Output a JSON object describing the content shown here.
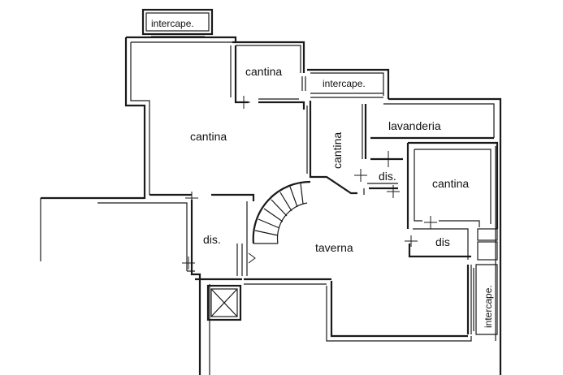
{
  "rooms": {
    "intercape_top": "intercape.",
    "cantina_small": "cantina",
    "intercape_mid": "intercape.",
    "cantina_large": "cantina",
    "lavanderia": "lavanderia",
    "cantina_vertical": "cantina",
    "dis_center": "dis.",
    "cantina_right": "cantina",
    "dis_left": "dis.",
    "taverna": "taverna",
    "dis_right": "dis",
    "intercape_right": "intercape."
  }
}
